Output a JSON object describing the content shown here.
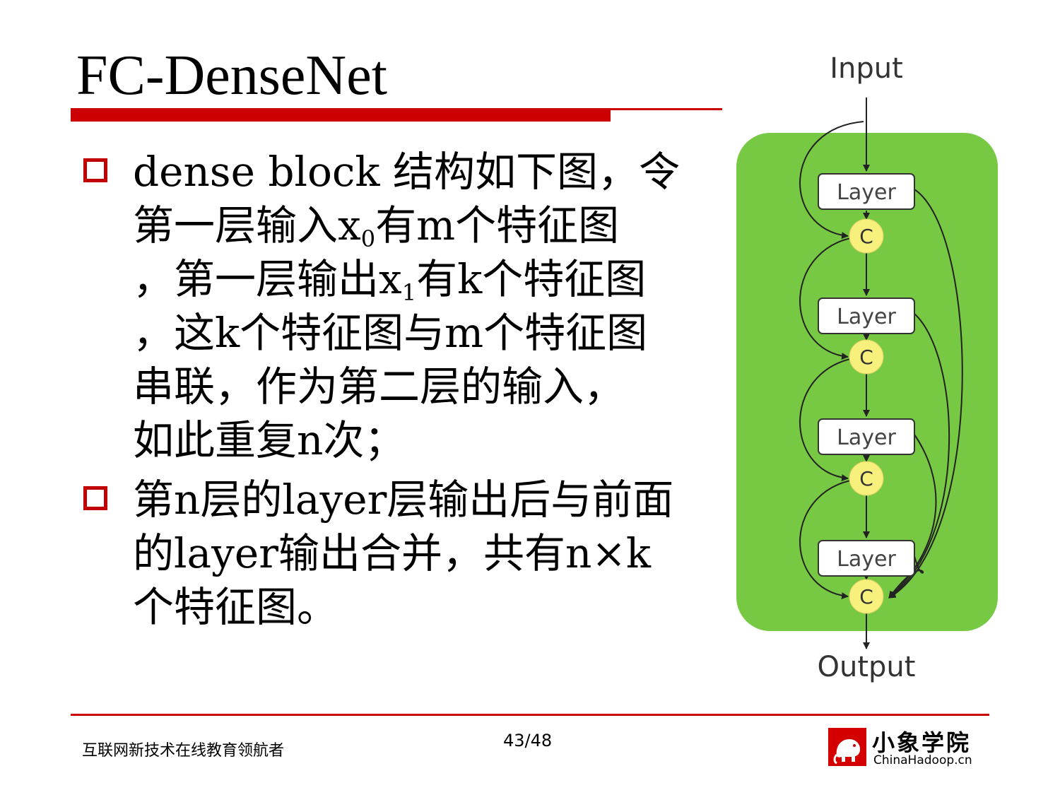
{
  "slide": {
    "title": "FC-DenseNet",
    "bullets": [
      {
        "lines": [
          [
            "dense block 结构如下图，令"
          ],
          [
            "第一层输入x",
            {
              "sub": "0"
            },
            "有m个特征图"
          ],
          [
            "，第一层输出x",
            {
              "sub": "1"
            },
            "有k个特征图"
          ],
          [
            "，这k个特征图与m个特征图"
          ],
          [
            "串联，作为第二层的输入，"
          ],
          [
            "如此重复n次；"
          ]
        ]
      },
      {
        "lines": [
          [
            "第n层的layer层输出后与前面"
          ],
          [
            "的layer输出合并，共有n×k"
          ],
          [
            "个特征图。"
          ]
        ]
      }
    ]
  },
  "diagram": {
    "input_label": "Input",
    "output_label": "Output",
    "layer_label": "Layer",
    "concat_label": "C",
    "colors": {
      "block": "#77c943",
      "concat": "#f7f07c",
      "layer_fill": "#ffffff",
      "stroke": "#222222"
    }
  },
  "footer": {
    "slogan": "互联网新技术在线教育领航者",
    "page": "43/48",
    "logo_name": "小象学院",
    "logo_url": "ChinaHadoop.cn"
  },
  "theme": {
    "accent": "#cc0000"
  }
}
